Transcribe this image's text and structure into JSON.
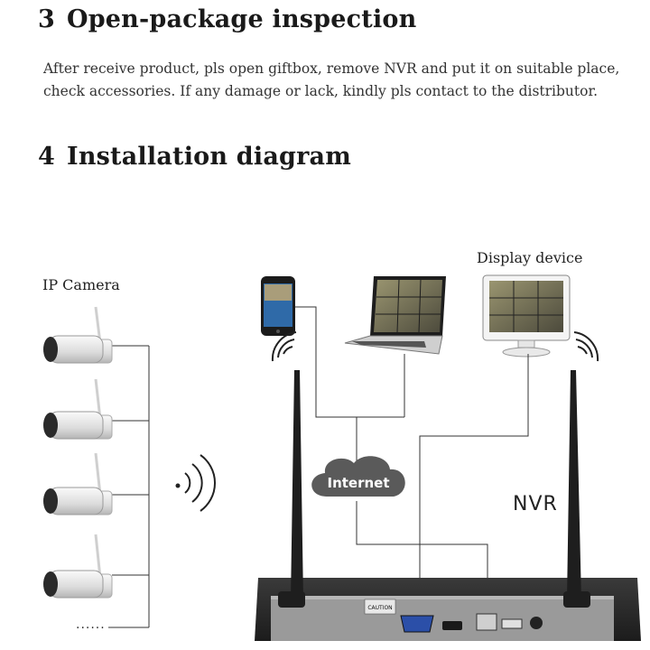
{
  "section3": {
    "number": "3",
    "title": "Open-package inspection"
  },
  "paragraph": {
    "line1": "After receive product, pls open giftbox, remove NVR and put it on suitable place,",
    "line2": "check accessories. If any damage or lack, kindly pls contact to the distributor."
  },
  "section4": {
    "number": "4",
    "title": "Installation diagram"
  },
  "diagram": {
    "ip_camera_label": "IP Camera",
    "display_label": "Display device",
    "internet_label": "Internet",
    "nvr_label": "NVR",
    "more_cameras": "......",
    "caution_label": "CAUTION"
  },
  "colors": {
    "cloud": "#555555",
    "nvr_body": "#2c2c2c",
    "nvr_panel": "#8a8a8a",
    "antenna": "#1e1e1e"
  }
}
